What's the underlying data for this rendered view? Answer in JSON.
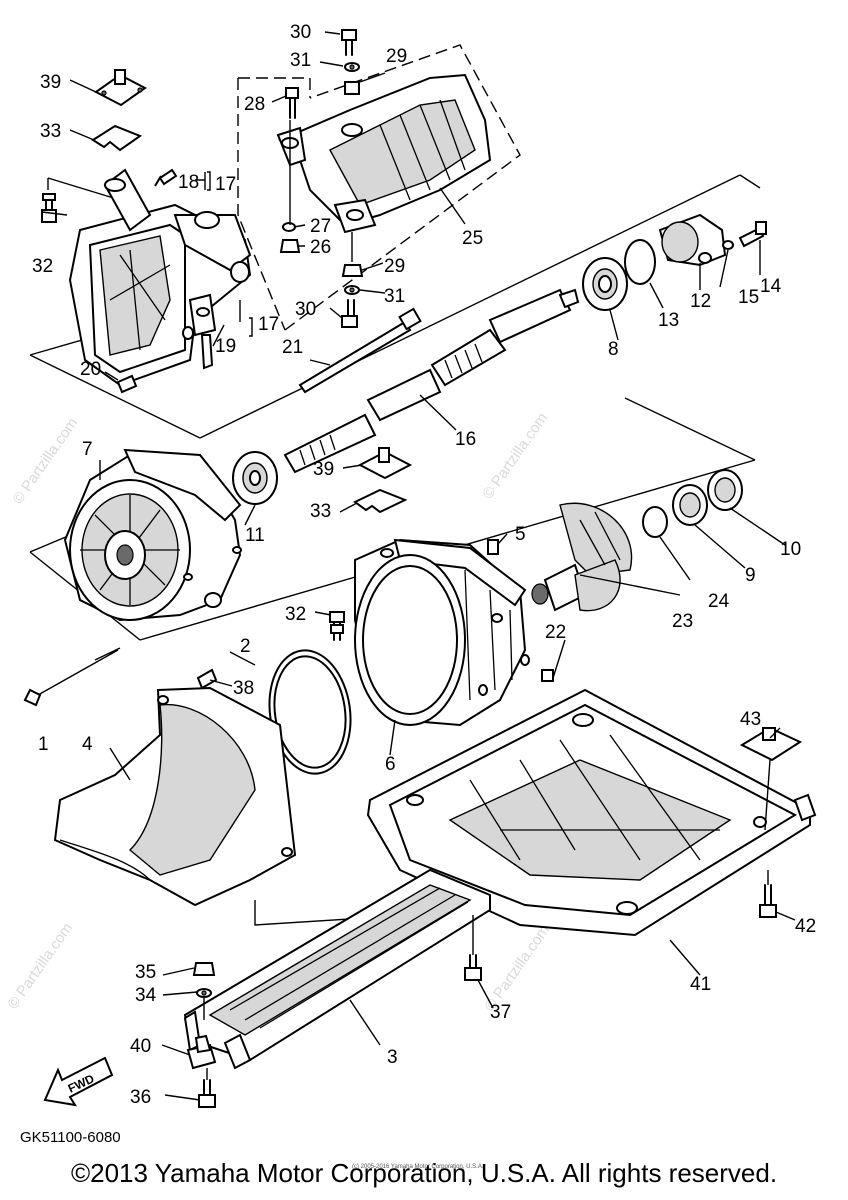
{
  "diagram": {
    "drawing_code": "GK51100-6080",
    "direction_tag": "FWD",
    "watermarks": [
      "© Partzilla.com",
      "© Partzilla.com",
      "© Partzilla.com",
      "© Partzilla.com"
    ],
    "fine_print": "(c) 2005-2016 Yamaha Motor Corporation, U.S.A.",
    "callouts": [
      {
        "n": "1"
      },
      {
        "n": "2"
      },
      {
        "n": "3"
      },
      {
        "n": "4"
      },
      {
        "n": "5"
      },
      {
        "n": "6"
      },
      {
        "n": "7"
      },
      {
        "n": "8"
      },
      {
        "n": "9"
      },
      {
        "n": "10"
      },
      {
        "n": "11"
      },
      {
        "n": "12"
      },
      {
        "n": "13"
      },
      {
        "n": "14"
      },
      {
        "n": "15"
      },
      {
        "n": "16"
      },
      {
        "n": "17"
      },
      {
        "n": "17"
      },
      {
        "n": "18"
      },
      {
        "n": "19"
      },
      {
        "n": "20"
      },
      {
        "n": "21"
      },
      {
        "n": "22"
      },
      {
        "n": "23"
      },
      {
        "n": "24"
      },
      {
        "n": "25"
      },
      {
        "n": "26"
      },
      {
        "n": "27"
      },
      {
        "n": "28"
      },
      {
        "n": "29"
      },
      {
        "n": "29"
      },
      {
        "n": "30"
      },
      {
        "n": "30"
      },
      {
        "n": "31"
      },
      {
        "n": "31"
      },
      {
        "n": "32"
      },
      {
        "n": "32"
      },
      {
        "n": "33"
      },
      {
        "n": "33"
      },
      {
        "n": "34"
      },
      {
        "n": "35"
      },
      {
        "n": "36"
      },
      {
        "n": "37"
      },
      {
        "n": "38"
      },
      {
        "n": "39"
      },
      {
        "n": "39"
      },
      {
        "n": "40"
      },
      {
        "n": "41"
      },
      {
        "n": "42"
      },
      {
        "n": "43"
      }
    ]
  },
  "footer": {
    "copyright": "©2013 Yamaha Motor Corporation, U.S.A. All rights reserved."
  }
}
